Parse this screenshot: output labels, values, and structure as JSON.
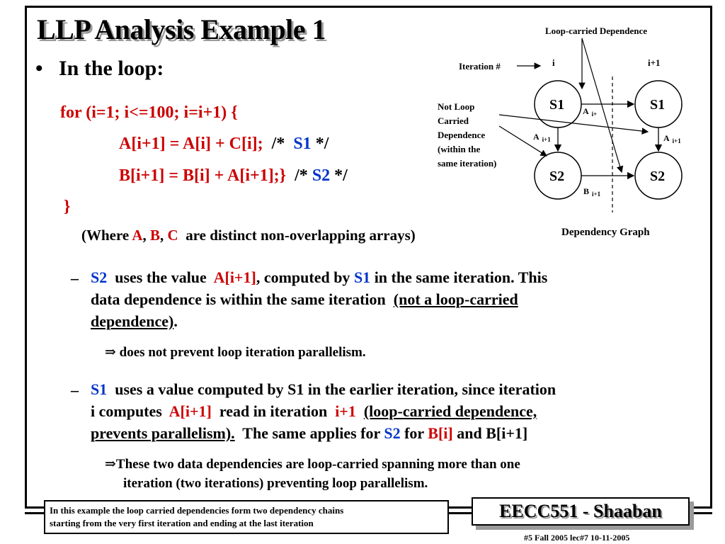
{
  "slide": {
    "title": "LLP Analysis Example 1",
    "bullet": "In the loop:",
    "code": {
      "line1": "for (i=1; i<=100; i=i+1)  {",
      "line2_stmt": "A[i+1] = A[i] + C[i];",
      "line2_comment_open": "/*",
      "line2_label": "S1",
      "line2_comment_close": "*/",
      "line3_stmt": "B[i+1] = B[i] + A[i+1];}",
      "line3_comment_open": "/*",
      "line3_label": "S2",
      "line3_comment_close": "*/",
      "line4": "}"
    },
    "where": {
      "open": "(Where",
      "a": "A",
      "sep1": ",",
      "b": "B",
      "sep2": ",",
      "c": "C",
      "rest": "are distinct non-overlapping arrays)"
    },
    "point1": {
      "dash": "–",
      "s2": "S2",
      "t1": "uses the value",
      "a": "A[i+1]",
      "t2": ", computed by",
      "s1": "S1",
      "t3": "in the same iteration.  This",
      "t4": "data dependence is within the same iteration",
      "u1": "(not a loop-carried",
      "u2": "dependence)",
      "t5": ".",
      "implies": "⇒ does not prevent loop iteration parallelism."
    },
    "point2": {
      "dash": "–",
      "s1": "S1",
      "t1": "uses a value computed by S1 in the earlier iteration, since iteration",
      "t2": "i computes",
      "a": "A[i+1]",
      "t3": "read in iteration",
      "ip1": "i+1",
      "u1": "(loop-carried dependence,",
      "u2": "prevents parallelism).",
      "t4": "The same applies for",
      "s2": "S2",
      "t5": "for",
      "bi": "B[i]",
      "t6": "and B[i+1]",
      "implies1": "⇒These two data dependencies are loop-carried spanning more than one",
      "implies2": "iteration (two iterations) preventing loop parallelism."
    }
  },
  "diagram": {
    "loop_carried_label": "Loop-carried Dependence",
    "iteration_label": "Iteration #",
    "col_i": "i",
    "col_ip1": "i+1",
    "not_loop_carried": [
      "Not Loop",
      "Carried",
      "Dependence",
      "(within the",
      "same iteration)"
    ],
    "node_s1": "S1",
    "node_s2": "S2",
    "edge_a": "A",
    "edge_b": "B",
    "sub_ip1": "i+1",
    "sub_ip_trunc": "i+",
    "graph_label": "Dependency Graph"
  },
  "footer": {
    "note_line1": "In this example the loop carried dependencies  form two dependency chains",
    "note_line2": "starting from the very first iteration and ending at the last iteration",
    "course": "EECC551 - Shaaban",
    "page": "#5   Fall 2005  lec#7   10-11-2005"
  }
}
